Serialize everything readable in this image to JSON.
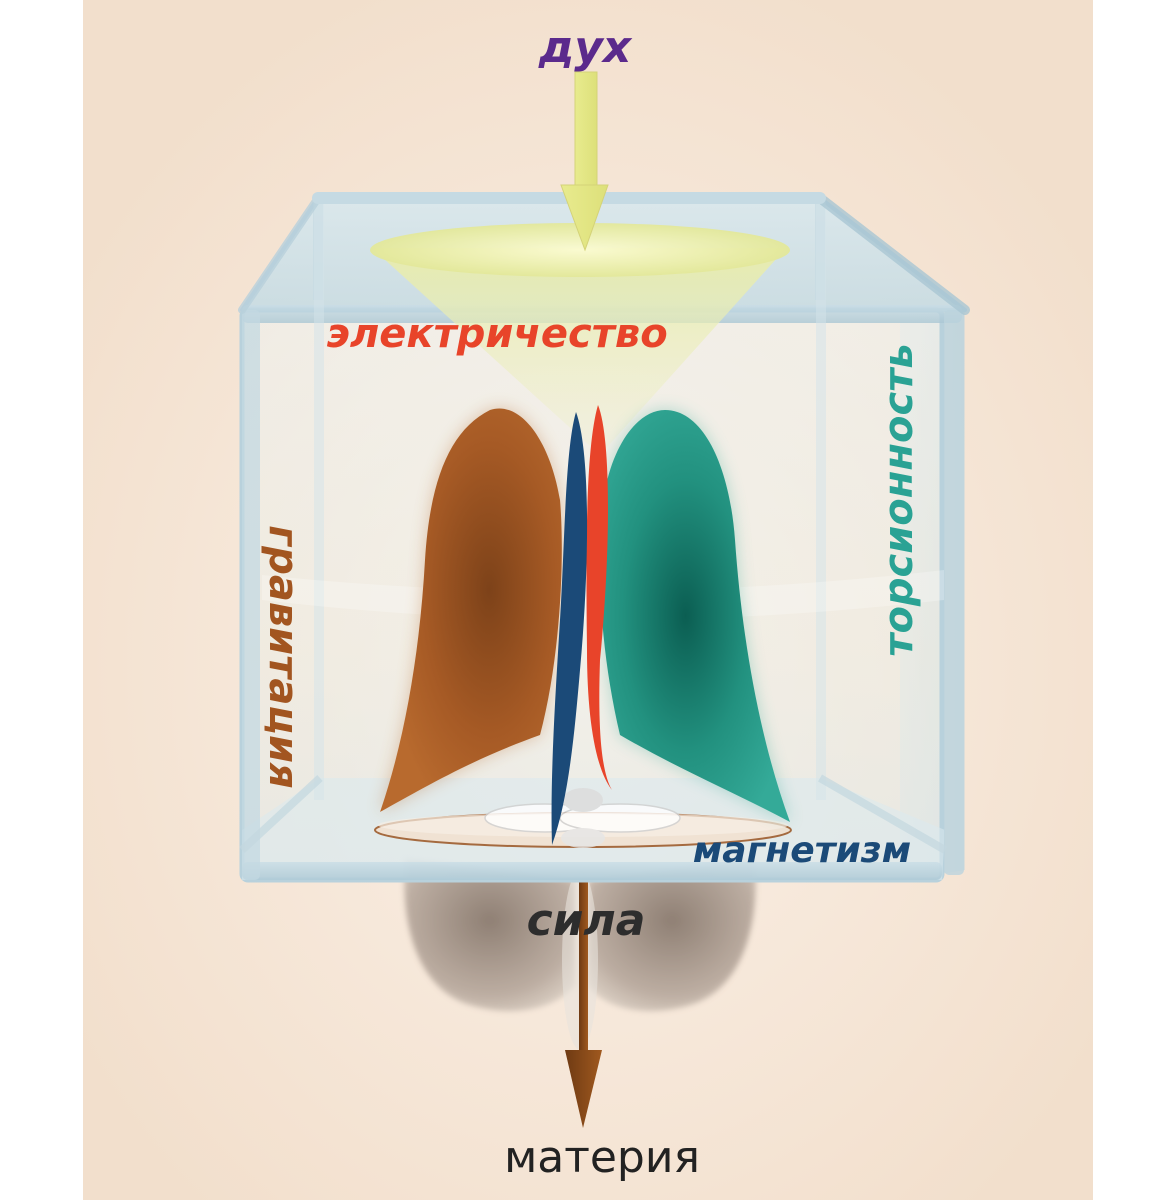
{
  "labels": {
    "top": "дух",
    "electricity": "электричество",
    "torsion": "торсионность",
    "gravitation": "гравитация",
    "magnetism": "магнетизм",
    "force": "сила",
    "bottom": "материя"
  },
  "colors": {
    "background_light": "#fbf2ea",
    "background_warm": "#f2dfcc",
    "spirit_violet": "#5b2a8c",
    "electric_red": "#e8442a",
    "torsion_teal": "#2aa294",
    "gravity_brown": "#a25520",
    "magnet_blue": "#1b4a78",
    "force_dark": "#2d2d2d",
    "matter_black": "#222222",
    "arrow_yellow": "#e6e98a",
    "arrow_brown": "#8a4a17"
  },
  "icons": {
    "top_arrow": "down-arrow-icon",
    "bottom_arrow": "down-arrow-icon"
  }
}
